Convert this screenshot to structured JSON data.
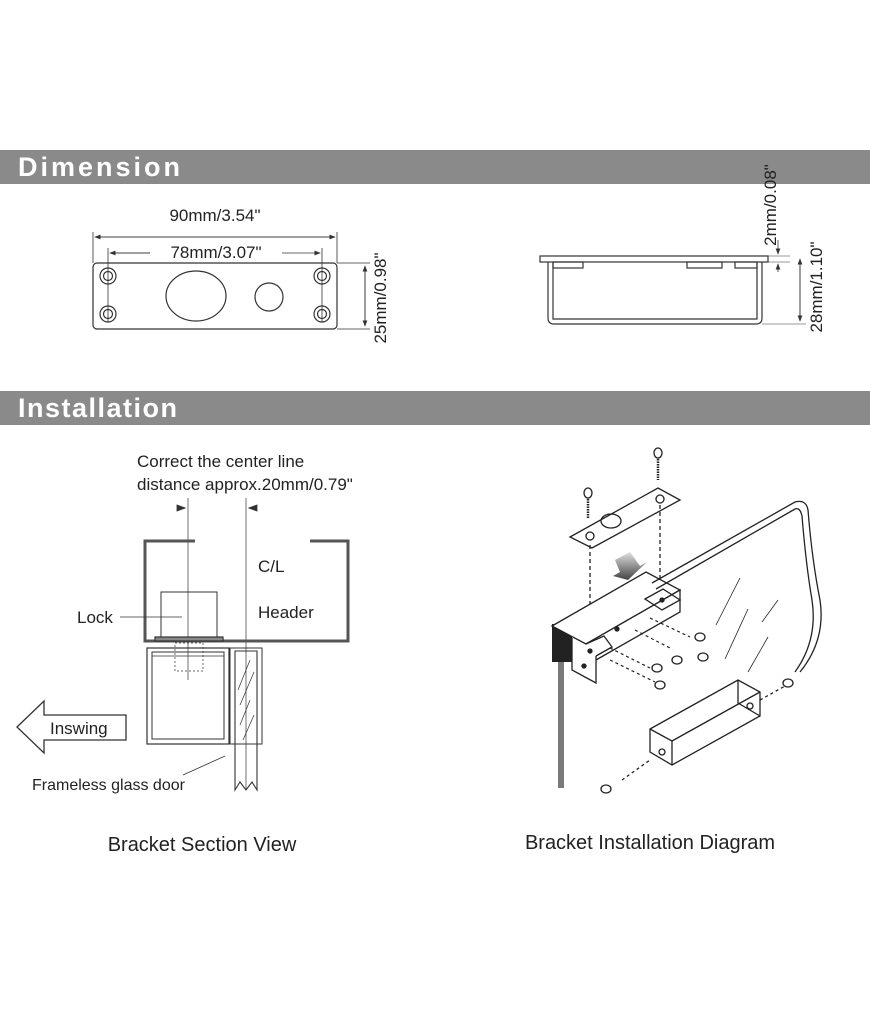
{
  "sections": {
    "dimension": {
      "title": "Dimension"
    },
    "installation": {
      "title": "Installation"
    }
  },
  "dimension": {
    "plate_width_total": "90mm/3.54\"",
    "plate_width_holes": "78mm/3.07\"",
    "plate_height": "25mm/0.98\"",
    "plate_thickness": "2mm/0.08\"",
    "bracket_height": "28mm/1.10\""
  },
  "installation": {
    "note_line1": "Correct the center line",
    "note_line2": "distance approx.20mm/0.79\"",
    "label_cl": "C/L",
    "label_header": "Header",
    "label_lock": "Lock",
    "label_inswing": "Inswing",
    "label_glass_door": "Frameless glass door",
    "caption_section": "Bracket Section View",
    "caption_install": "Bracket Installation Diagram"
  },
  "colors": {
    "band": "#8a8a8a",
    "line": "#333333",
    "post": "#7a7a7a"
  }
}
